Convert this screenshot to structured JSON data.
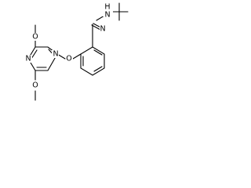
{
  "molecule": {
    "atom_labels": {
      "n_hydrazone_upper": "N",
      "nh_hydrazone": "N",
      "h_hydrazone": "H",
      "o_ether": "O",
      "n_pyrimidine_left": "N",
      "n_pyrimidine_right": "N",
      "o_methoxy_upper": "O",
      "o_methoxy_lower": "O"
    },
    "colors": {
      "bond": "#000000",
      "label": "#000000",
      "background": "#ffffff"
    }
  }
}
